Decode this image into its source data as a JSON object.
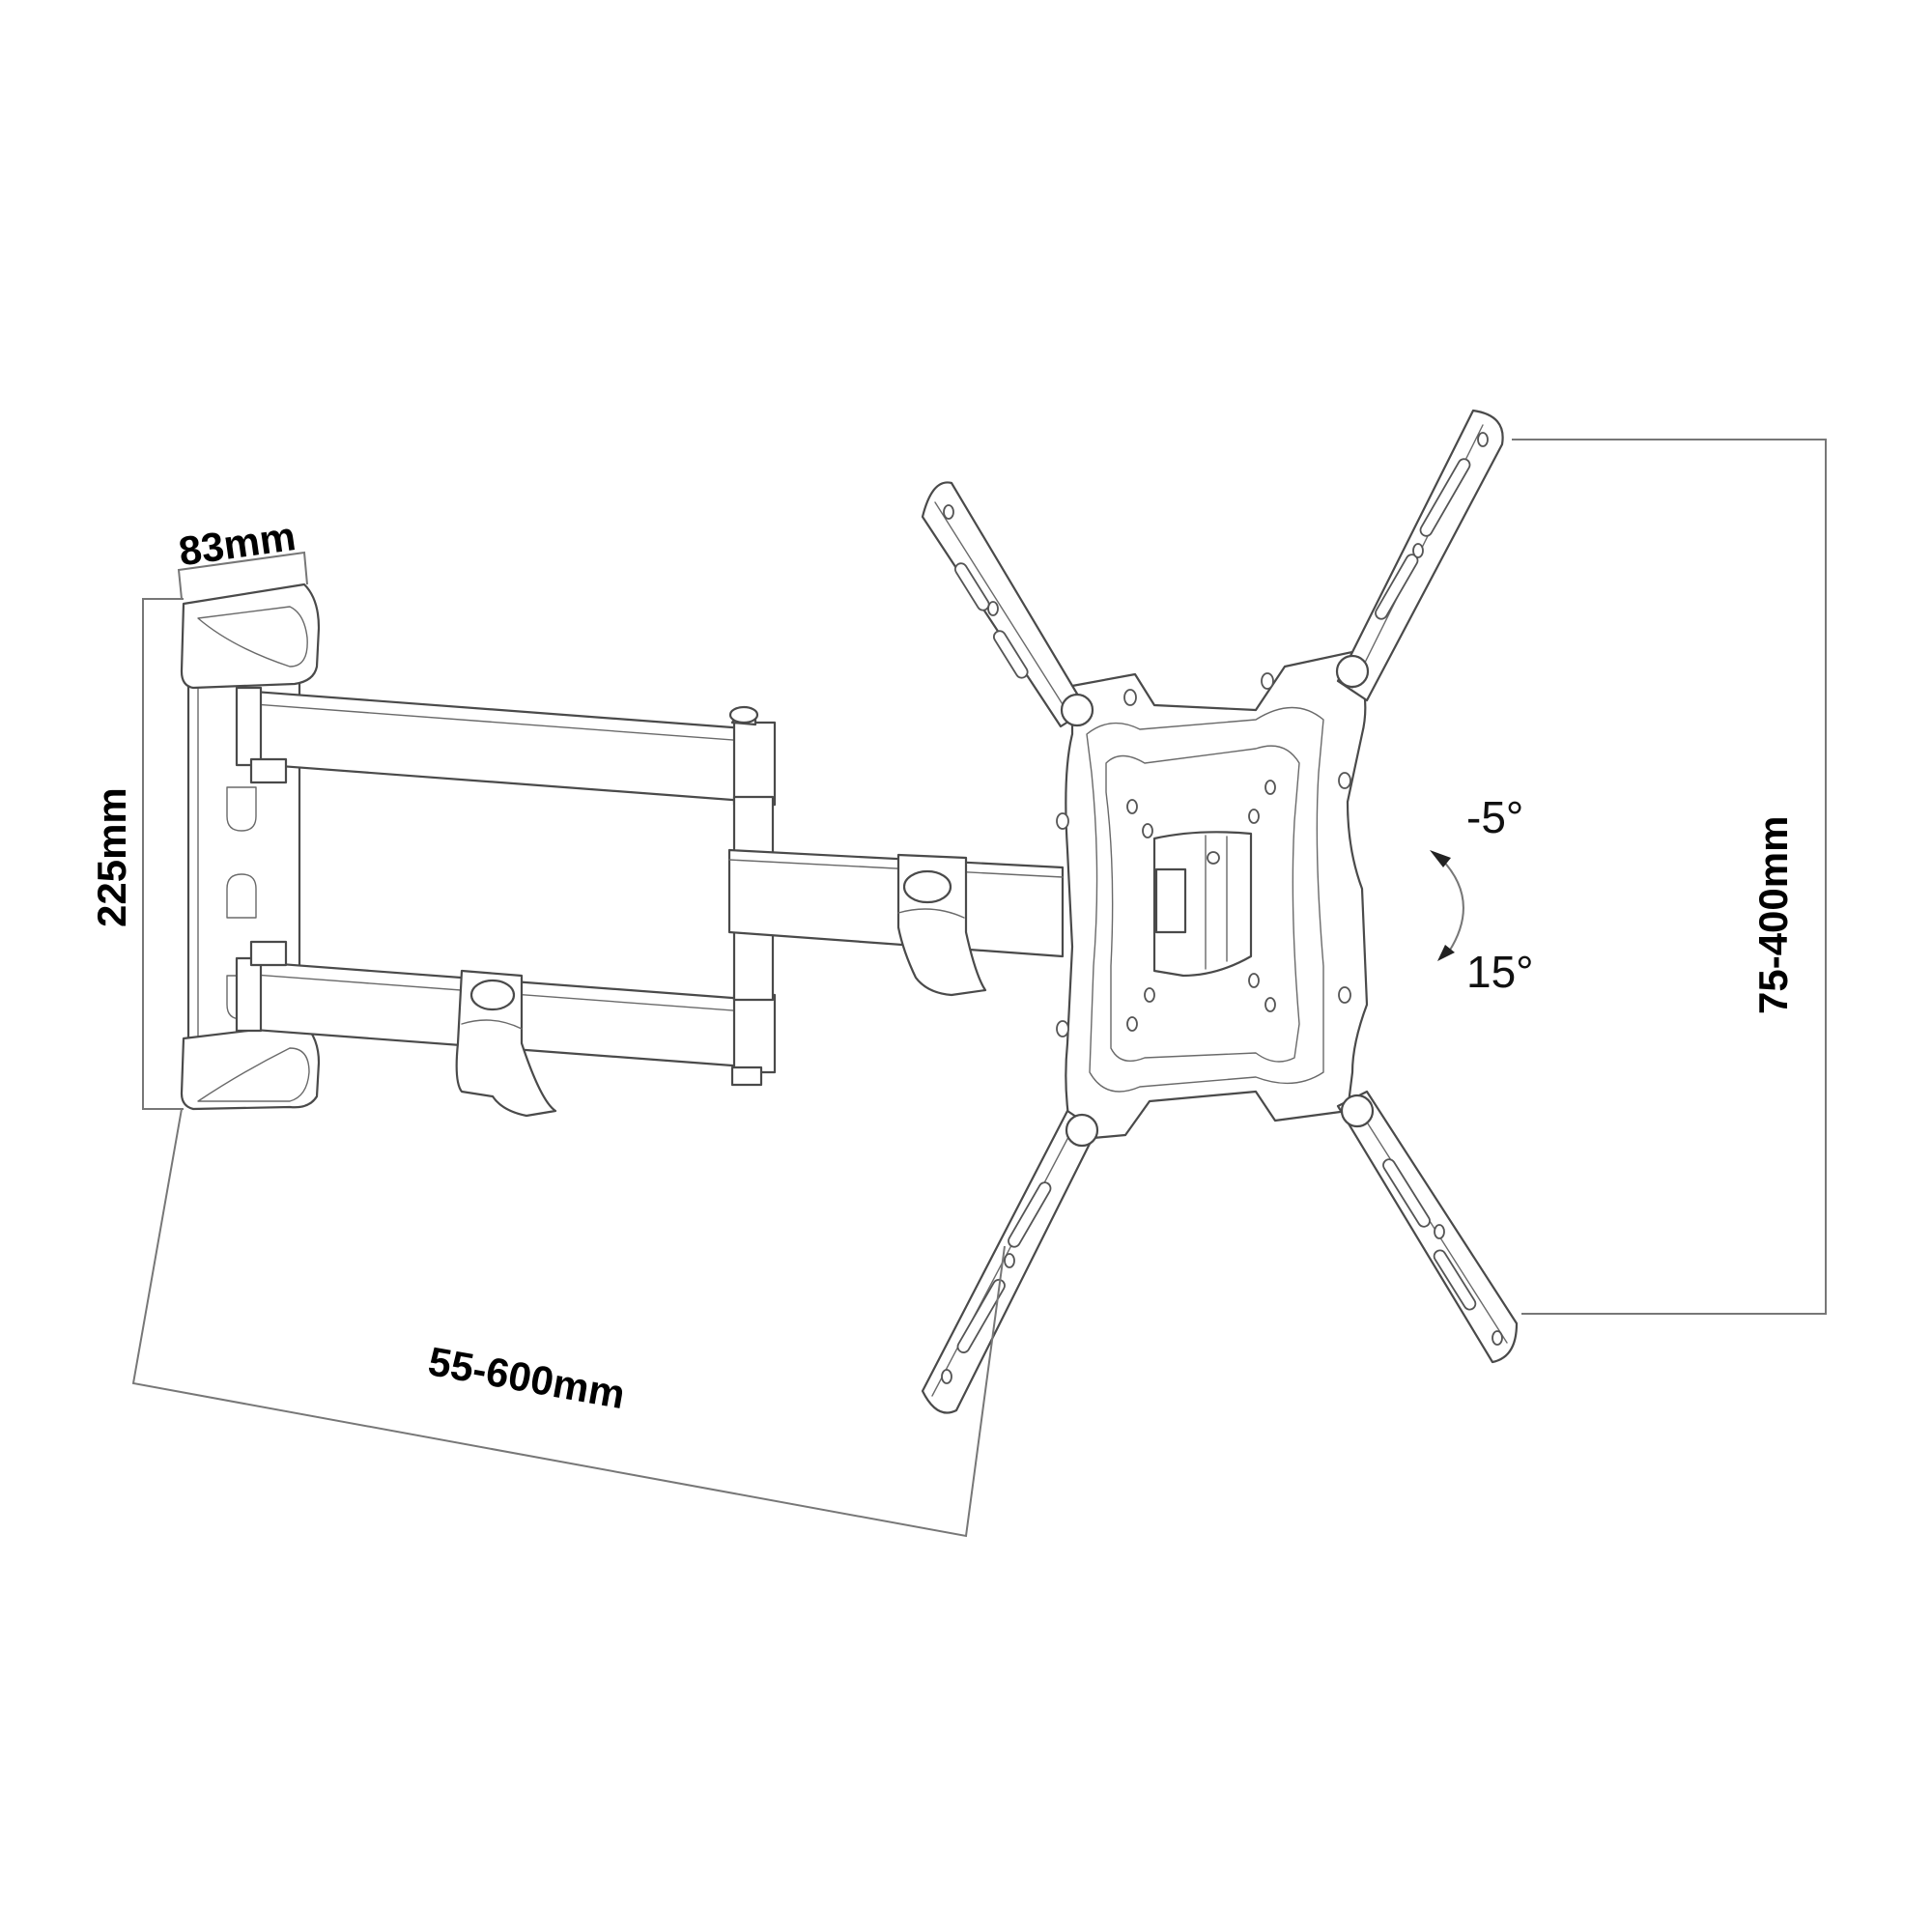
{
  "diagram": {
    "subject": "Full-motion TV wall mount bracket (line drawing with dimensions)",
    "colors": {
      "line": "#4a4a4a",
      "dimension_line": "#777777",
      "label": "#000000",
      "background": "#ffffff"
    },
    "dimensions": {
      "wall_plate_width": "83mm",
      "wall_plate_height": "225mm",
      "arm_extension": "55-600mm",
      "vesa_range": "75-400mm"
    },
    "tilt": {
      "up": "-5°",
      "down": "15°"
    },
    "components": [
      "wall-plate",
      "upper-arm",
      "lower-arm",
      "front-arm",
      "cable-clips",
      "vesa-mounting-plate",
      "adjustable-bracket-arms"
    ]
  }
}
